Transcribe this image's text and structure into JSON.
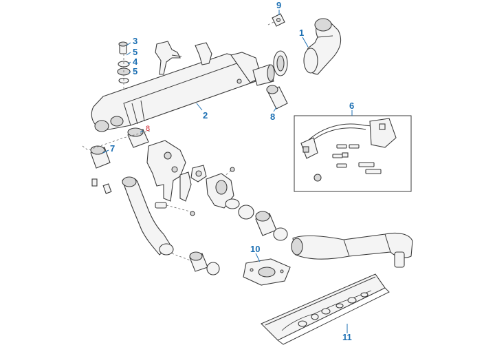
{
  "colors": {
    "callout": "#1b6fb3",
    "callout_highlight": "#d0202a",
    "outline": "#3a3a3a",
    "fill": "#f4f4f4"
  },
  "callouts": [
    {
      "label": "1"
    },
    {
      "label": "2"
    },
    {
      "label": "3"
    },
    {
      "label": "4"
    },
    {
      "label": "5"
    },
    {
      "label": "5"
    },
    {
      "label": "6"
    },
    {
      "label": "7"
    },
    {
      "label": "8"
    },
    {
      "label": "8"
    },
    {
      "label": "9"
    },
    {
      "label": "10"
    },
    {
      "label": "11"
    }
  ]
}
